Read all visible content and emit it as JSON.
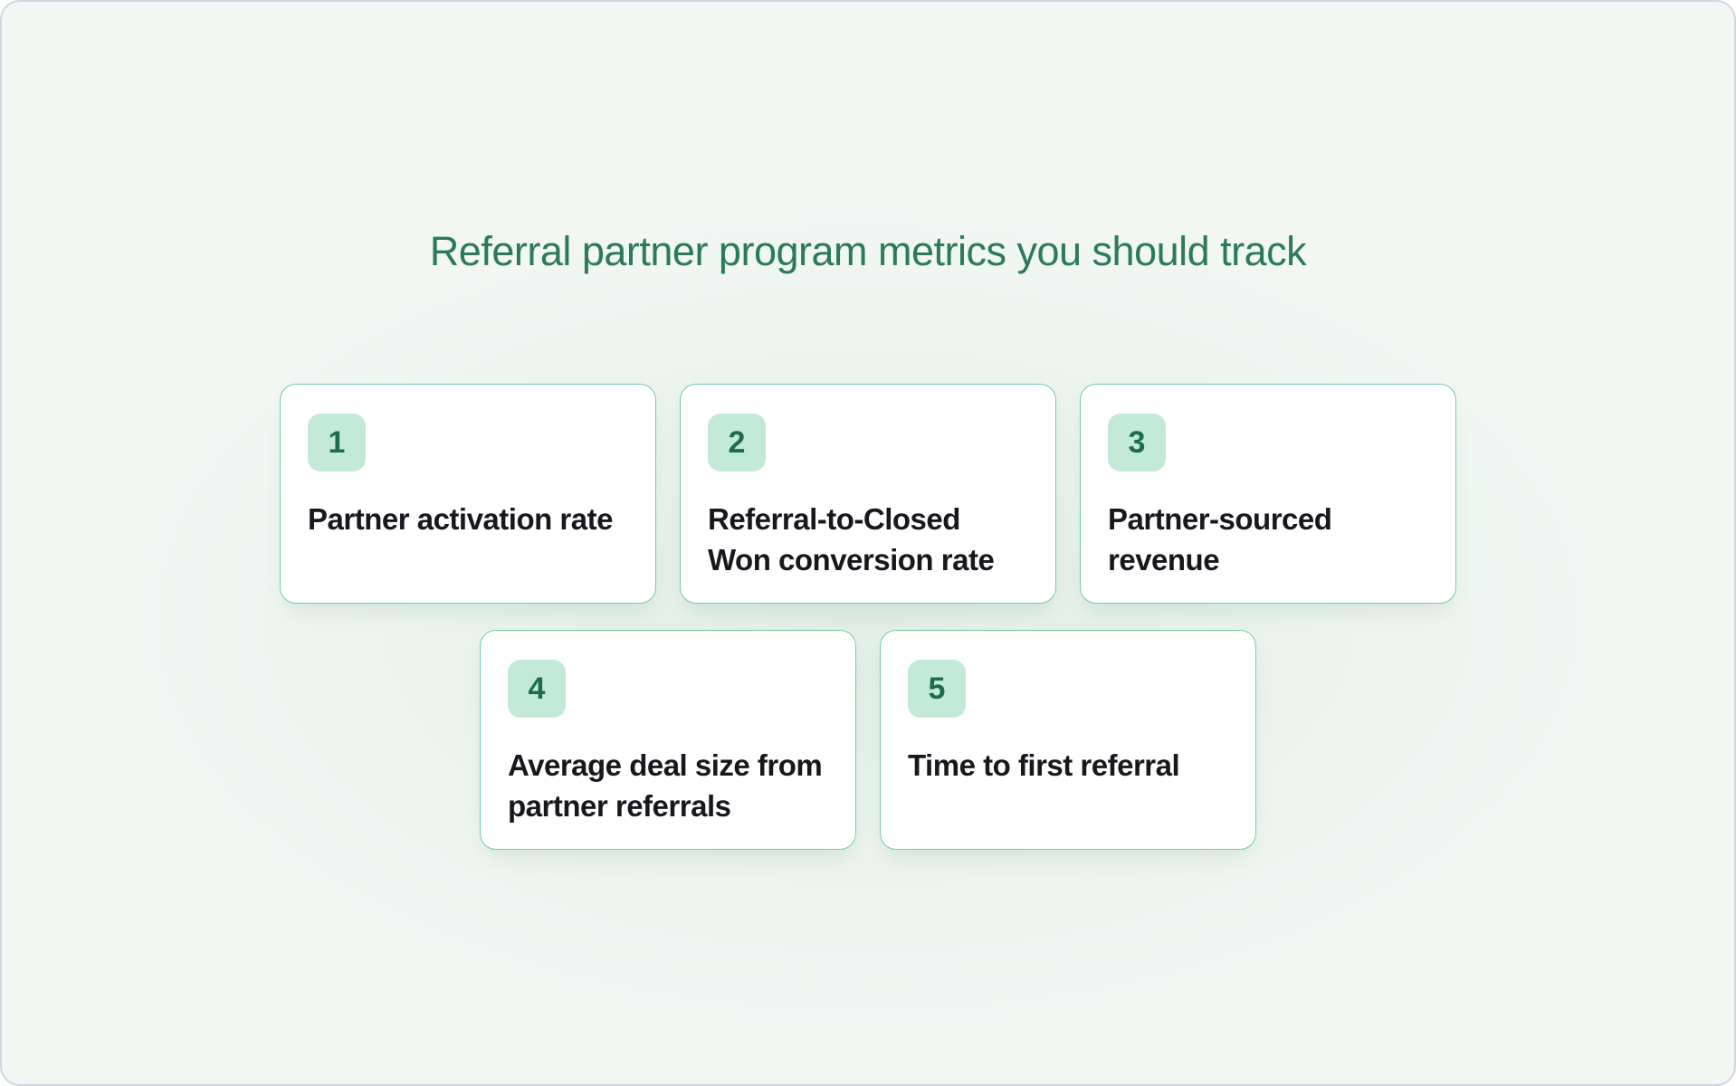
{
  "title": "Referral partner program metrics you should track",
  "cards": [
    {
      "number": "1",
      "label": "Partner activation rate"
    },
    {
      "number": "2",
      "label": "Referral-to-Closed Won conversion rate"
    },
    {
      "number": "3",
      "label": "Partner-sourced revenue"
    },
    {
      "number": "4",
      "label": "Average deal size from partner referrals"
    },
    {
      "number": "5",
      "label": "Time to first referral"
    }
  ],
  "colors": {
    "background": "#f2f7f4",
    "background_glow": "#e2eee7",
    "frame_border": "#cfd6de",
    "title_text": "#2b7a5b",
    "card_background": "#ffffff",
    "card_border": "#6fd0a0",
    "badge_background": "#c2ead6",
    "badge_text": "#1f6b4e",
    "card_label_text": "#16181d"
  }
}
